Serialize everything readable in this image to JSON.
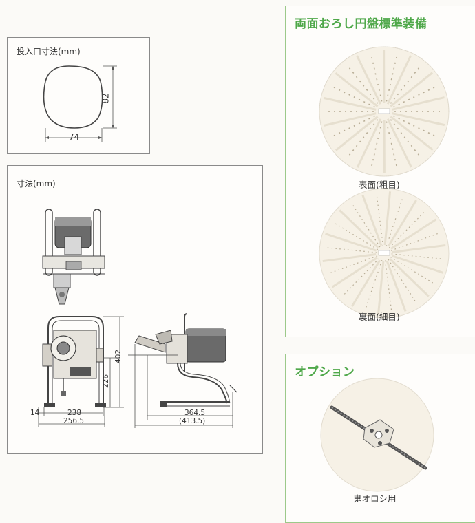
{
  "inlet_panel": {
    "label": "投入口寸法(mm)",
    "width_dim": "74",
    "height_dim": "82"
  },
  "dimensions_panel": {
    "label": "寸法(mm)",
    "dims": {
      "d14": "14",
      "d238": "238",
      "d256": "256.5",
      "d226": "226",
      "d402": "402",
      "d364": "364.5",
      "d413": "(413.5)"
    }
  },
  "disc_panel": {
    "title": "両面おろし円盤標準装備",
    "front_caption": "表面(粗目)",
    "back_caption": "裏面(細目)"
  },
  "option_panel": {
    "title": "オプション",
    "caption": "鬼オロシ用"
  },
  "colors": {
    "accent_green": "#4fa84a",
    "border_gray": "#8a8a8a",
    "disc_fill": "#f6f1e6"
  }
}
